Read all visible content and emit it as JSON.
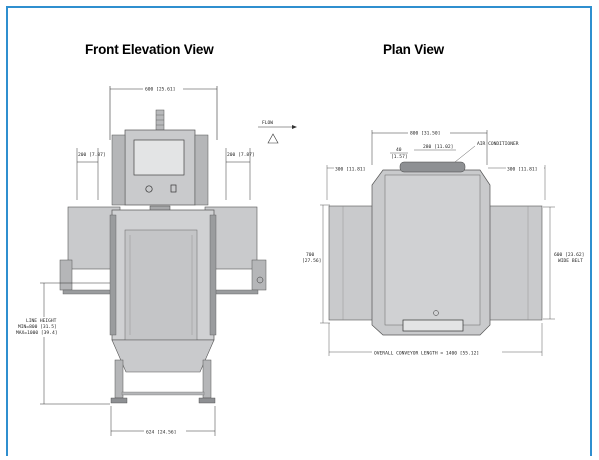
{
  "titles": {
    "front": "Front Elevation View",
    "plan": "Plan View"
  },
  "front": {
    "flow": "FLOW",
    "top_width": "600 [25.61]",
    "left_ext": "200 [7.87]",
    "right_ext": "200 [7.87]",
    "line_height": [
      "LINE HEIGHT",
      "MIN=800 [31.5]",
      "MAX=1000 [39.4]"
    ],
    "base_width": "624 [24.56]"
  },
  "plan": {
    "overall_width": "800 [31.50]",
    "air_conditioner": "AIR CONDITIONER",
    "dim_40": [
      "40",
      "[1.57]"
    ],
    "dim_280": "280 [11.02]",
    "left_300": "300 [11.81]",
    "right_300": "300 [11.81]",
    "height": [
      "700",
      "[27.56]"
    ],
    "belt": [
      "600 [23.62]",
      "WIDE BELT"
    ],
    "conveyor_length": "OVERALL CONVEYOR LENGTH = 1400 [55.12]"
  },
  "colors": {
    "frame": "#2f8fcf",
    "machine_fill": "#c9cacc",
    "machine_dark": "#8e9093"
  }
}
